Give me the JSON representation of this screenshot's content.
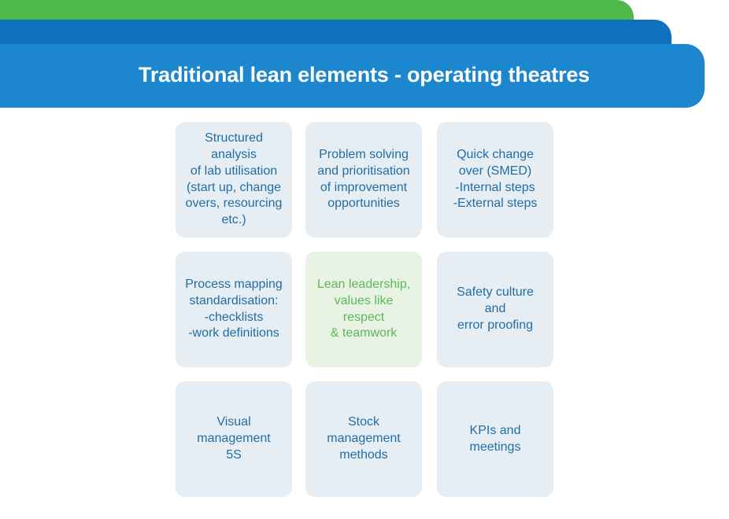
{
  "header": {
    "title": "Traditional lean elements - operating theatres",
    "colors": {
      "green": "#4fb84b",
      "dark_blue": "#1072bd",
      "light_blue": "#1c87cf"
    }
  },
  "tiles": [
    {
      "text": "Structured\nanalysis\nof lab utilisation\n(start up, change\novers, resourcing\netc.)"
    },
    {
      "text": "Problem solving\nand prioritisation\nof improvement\nopportunities"
    },
    {
      "text": "Quick change\nover (SMED)\n-Internal steps\n-External steps"
    },
    {
      "text": "Process mapping\nstandardisation:\n-checklists\n-work definitions"
    },
    {
      "text": "Lean leadership,\nvalues like\nrespect\n& teamwork"
    },
    {
      "text": "Safety culture\nand\nerror proofing"
    },
    {
      "text": "Visual\nmanagement\n5S"
    },
    {
      "text": "Stock\nmanagement\nmethods"
    },
    {
      "text": "KPIs and\nmeetings"
    }
  ]
}
